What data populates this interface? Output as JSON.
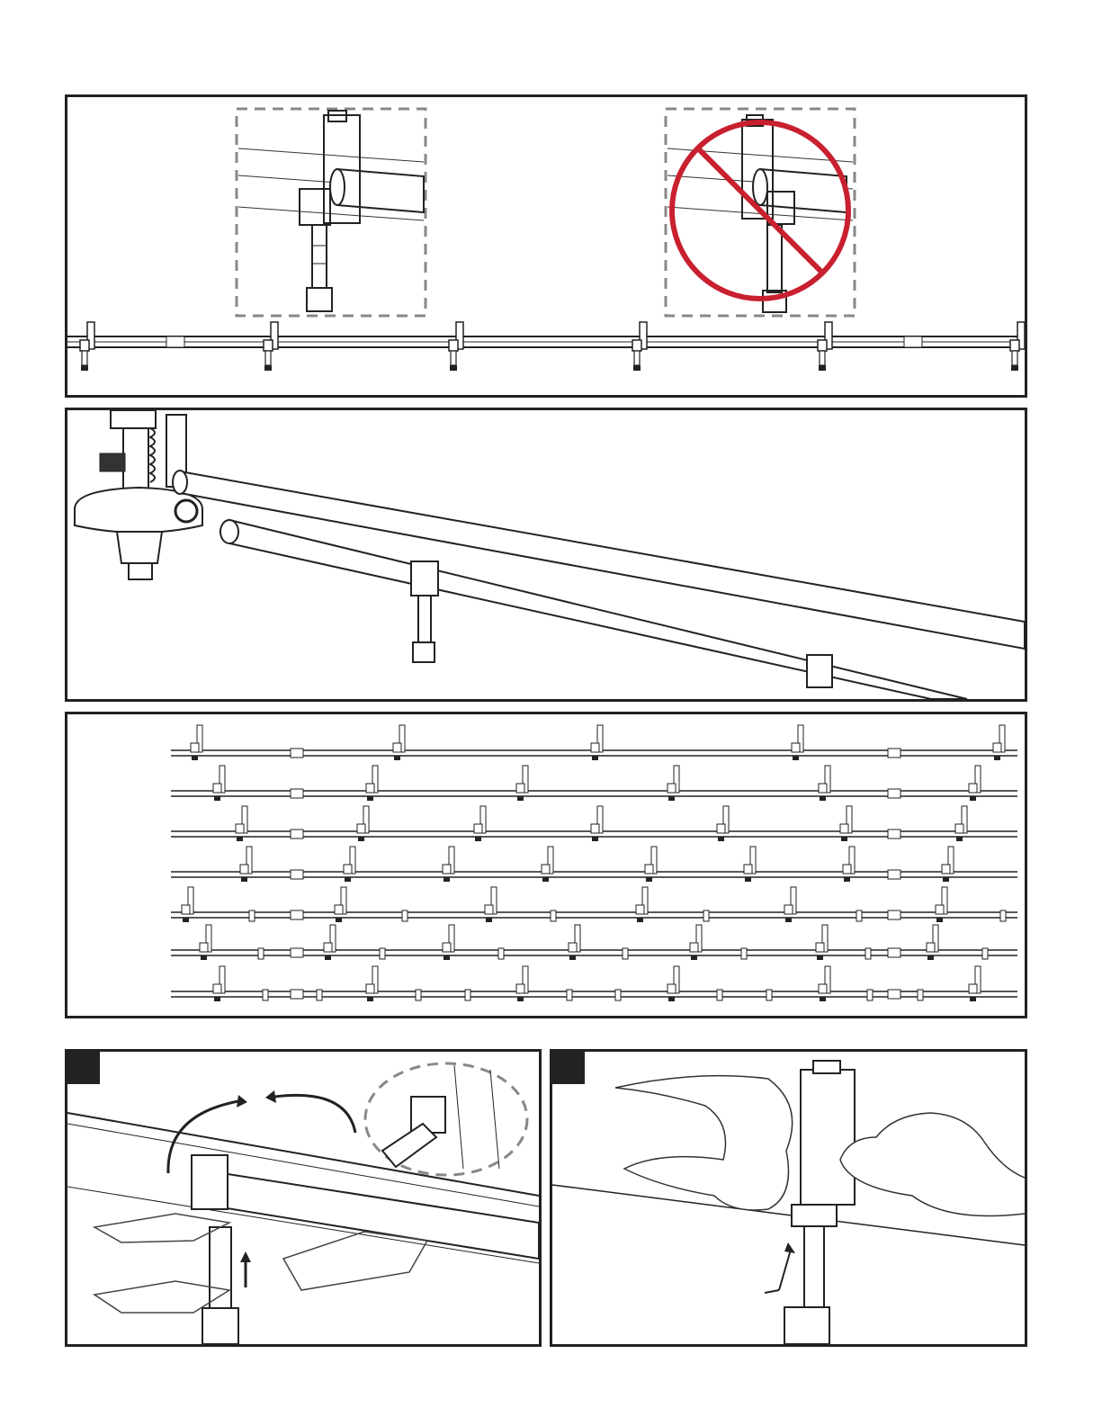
{
  "document": {
    "panels": [
      {
        "id": "correct-vs-incorrect-clip-orientation"
      },
      {
        "id": "riser-and-feeder-pipe-view"
      },
      {
        "id": "clip-spacing-patterns"
      },
      {
        "id": "step-rotate-clip",
        "step_label": ""
      },
      {
        "id": "step-squeeze-clip",
        "step_label": ""
      }
    ],
    "prohibition_color": "#c8202f",
    "line_color": "#222222",
    "dash_color": "#888888",
    "spacing_rows": 7
  }
}
